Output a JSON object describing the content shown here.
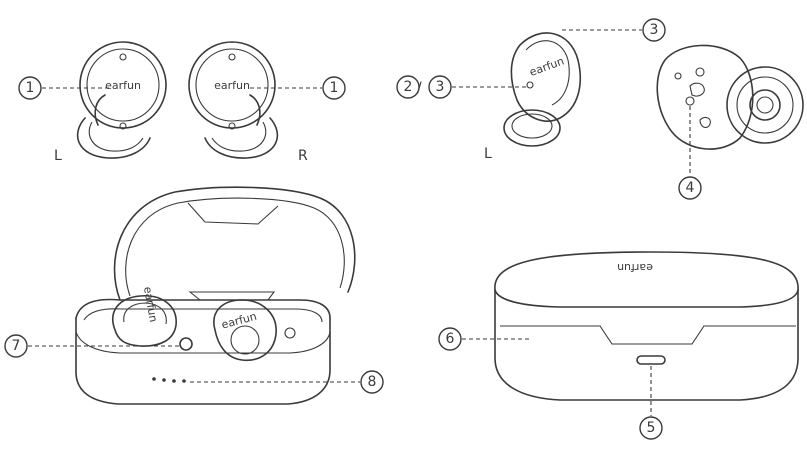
{
  "brand": {
    "logo": "earfun"
  },
  "callouts": {
    "c1": "1",
    "c2": "2",
    "c3": "3",
    "c4": "4",
    "c5": "5",
    "c6": "6",
    "c7": "7",
    "c8": "8"
  },
  "labels": {
    "left": "L",
    "right": "R",
    "left_side": "L",
    "slash": "/"
  }
}
